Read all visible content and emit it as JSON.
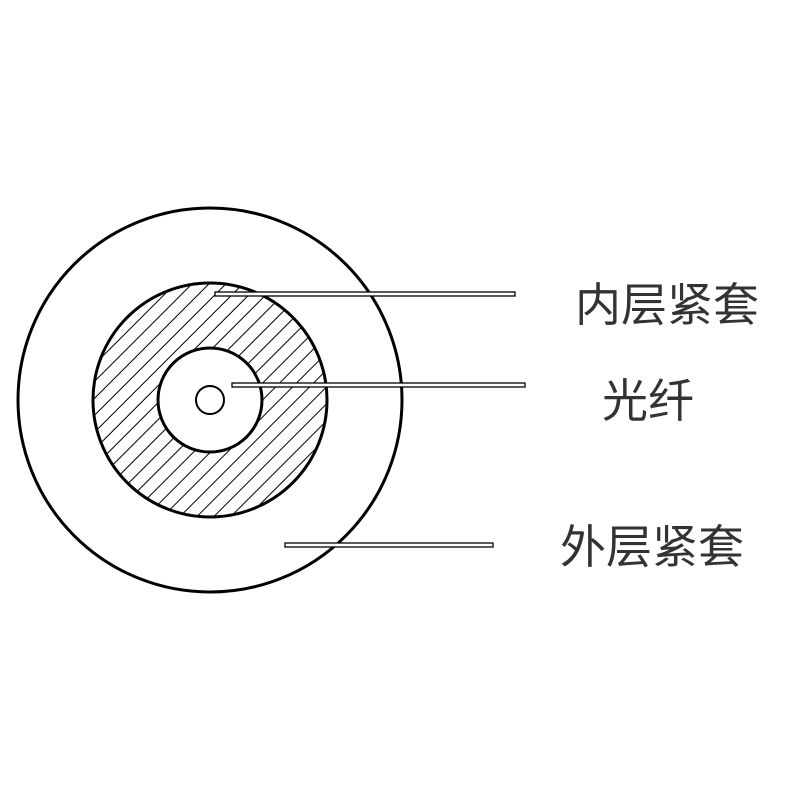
{
  "labels": {
    "inner_sleeve": "内层紧套",
    "fiber": "光纤",
    "outer_sleeve": "外层紧套"
  },
  "colors": {
    "stroke": "#000000",
    "text": "#333333",
    "background": "#ffffff"
  }
}
